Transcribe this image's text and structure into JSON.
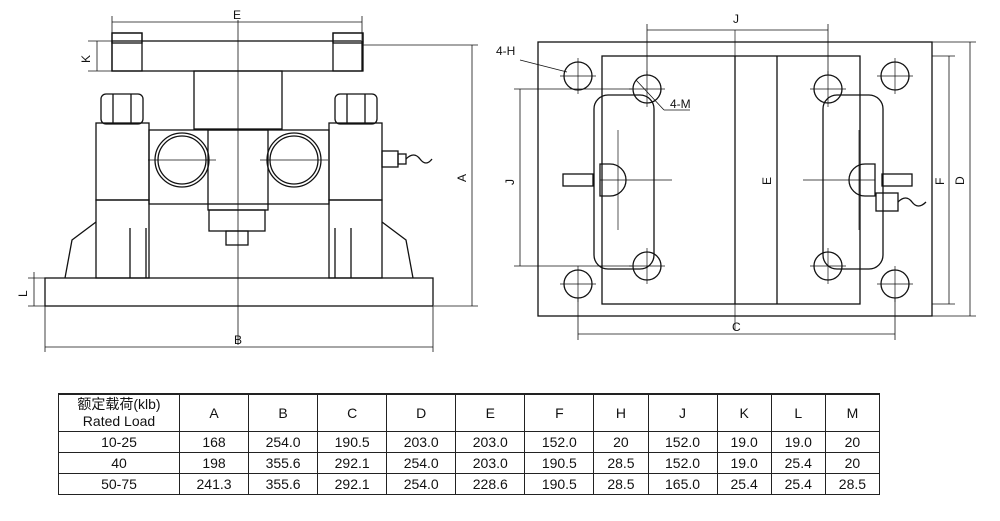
{
  "drawing": {
    "side_view": {
      "labels": {
        "E": "E",
        "K": "K",
        "A": "A",
        "L": "L",
        "B": "B"
      }
    },
    "top_view": {
      "labels": {
        "J_top": "J",
        "H": "4-H",
        "M": "4-M",
        "J_left": "J",
        "E": "E",
        "F": "F",
        "D": "D",
        "C": "C"
      }
    }
  },
  "table": {
    "header_cn": "额定载荷(klb)",
    "header_en": "Rated Load",
    "columns": [
      "A",
      "B",
      "C",
      "D",
      "E",
      "F",
      "H",
      "J",
      "K",
      "L",
      "M"
    ],
    "rows": [
      {
        "load": "10-25",
        "values": [
          "168",
          "254.0",
          "190.5",
          "203.0",
          "203.0",
          "152.0",
          "20",
          "152.0",
          "19.0",
          "19.0",
          "20"
        ]
      },
      {
        "load": "40",
        "values": [
          "198",
          "355.6",
          "292.1",
          "254.0",
          "203.0",
          "190.5",
          "28.5",
          "152.0",
          "19.0",
          "25.4",
          "20"
        ]
      },
      {
        "load": "50-75",
        "values": [
          "241.3",
          "355.6",
          "292.1",
          "254.0",
          "228.6",
          "190.5",
          "28.5",
          "165.0",
          "25.4",
          "25.4",
          "28.5"
        ]
      }
    ]
  }
}
